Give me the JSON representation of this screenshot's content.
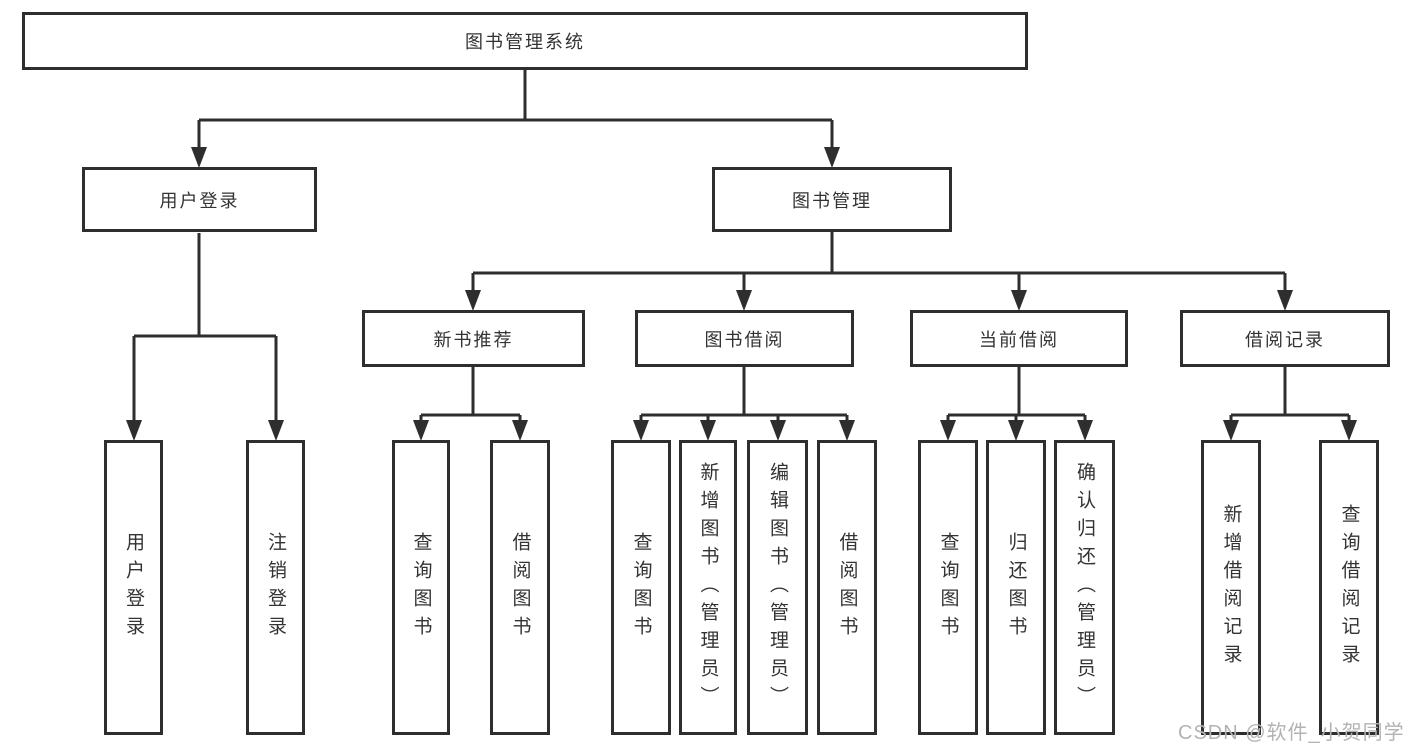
{
  "tree": {
    "root": "图书管理系统",
    "branches": [
      {
        "label": "用户登录",
        "leaves": [
          "用户登录",
          "注销登录"
        ]
      },
      {
        "label": "图书管理",
        "groups": [
          {
            "label": "新书推荐",
            "leaves": [
              "查询图书",
              "借阅图书"
            ]
          },
          {
            "label": "图书借阅",
            "leaves": [
              "查询图书",
              "新增图书（管理员）",
              "编辑图书（管理员）",
              "借阅图书"
            ]
          },
          {
            "label": "当前借阅",
            "leaves": [
              "查询图书",
              "归还图书",
              "确认归还（管理员）"
            ]
          },
          {
            "label": "借阅记录",
            "leaves": [
              "新增借阅记录",
              "查询借阅记录"
            ]
          }
        ]
      }
    ]
  },
  "watermark": {
    "text": "CSDN @软件_小贺同学"
  },
  "colors": {
    "line": "#2e2e2e",
    "box_background": "#ffffff",
    "text": "#333333",
    "watermark": "#b3b3b3",
    "page_background": "#ffffff"
  }
}
